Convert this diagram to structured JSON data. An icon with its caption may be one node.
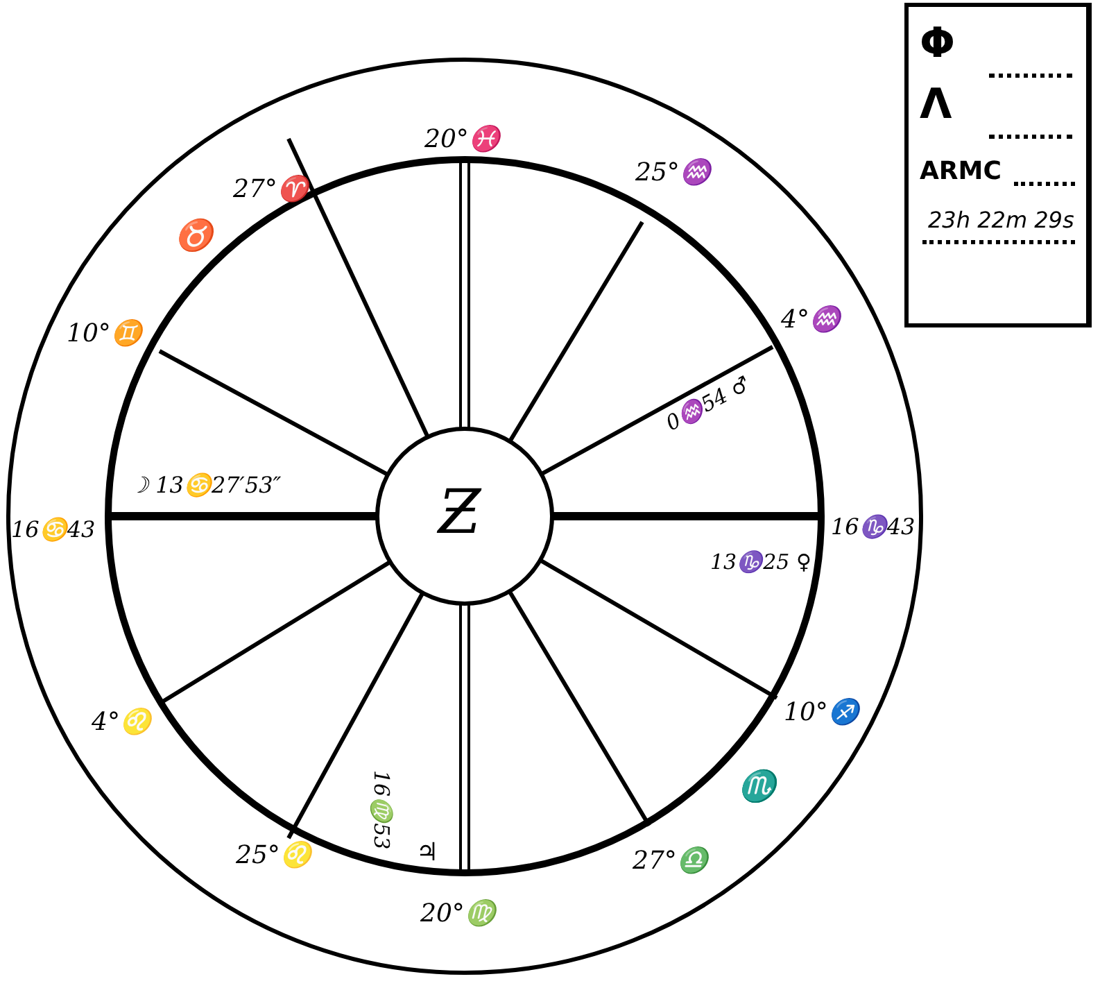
{
  "diagram": {
    "labels": [
      "20°♓",
      "25°♒",
      "27°♈",
      "♉",
      "4°♒",
      "10°♊",
      "0♒54 ♂",
      "☽ 13♋27′53″",
      "Ƶ",
      "16♋43",
      "16♑43",
      "13♑25 ♀",
      "10°♐",
      "4°♌",
      "♏",
      "16♍53",
      "♃",
      "25°♌",
      "27°♎",
      "20°♍",
      "Φ",
      "Λ",
      "ARMC",
      "23h 22m 29s"
    ]
  }
}
